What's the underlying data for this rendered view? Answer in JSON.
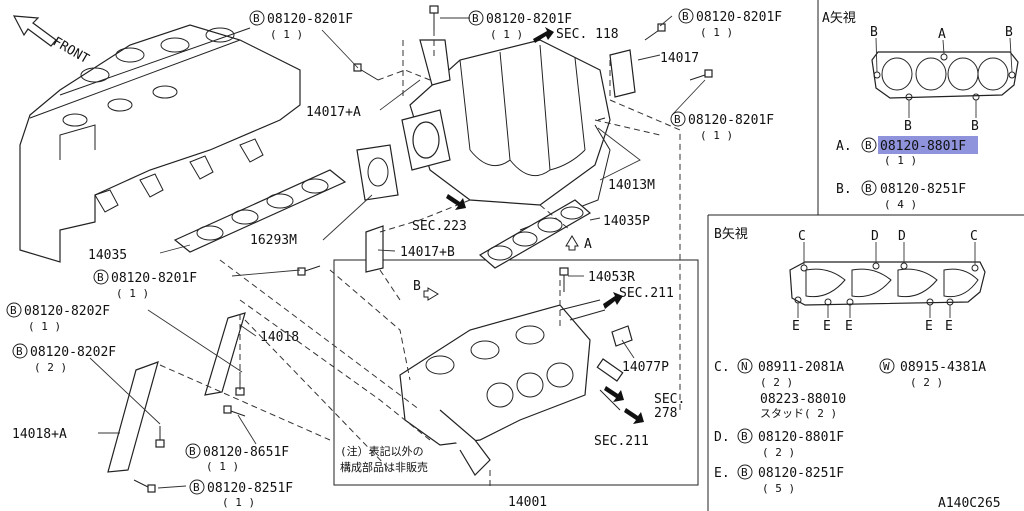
{
  "callouts": [
    {
      "id": "top-bolt-left",
      "code": "08120-8201F",
      "qty": "( 1 )"
    },
    {
      "id": "top-bolt-center",
      "code": "08120-8201F",
      "qty": "( 1 )"
    },
    {
      "id": "top-bolt-right",
      "code": "08120-8201F",
      "qty": "( 1 )"
    },
    {
      "id": "right-bolt",
      "code": "08120-8201F",
      "qty": "( 1 )"
    },
    {
      "id": "left-bolt-a",
      "code": "08120-8201F",
      "qty": "( 1 )"
    },
    {
      "id": "left-bolt-b",
      "code": "08120-8202F",
      "qty": "( 1 )"
    },
    {
      "id": "left-bolt-c",
      "code": "08120-8202F",
      "qty": "( 2 )"
    },
    {
      "id": "bottom-bolt-a",
      "code": "08120-8651F",
      "qty": "( 1 )"
    },
    {
      "id": "bottom-bolt-b",
      "code": "08120-8251F",
      "qty": "( 1 )"
    }
  ],
  "bolt_prefix": "B",
  "part_numbers": {
    "p14017": "14017",
    "p14017a": "14017+A",
    "p14017b": "14017+B",
    "p14013m": "14013M",
    "p14035p": "14035P",
    "p14035": "14035",
    "p16293m": "16293M",
    "p14053r": "14053R",
    "p14018": "14018",
    "p14018a": "14018+A",
    "p14077p": "14077P",
    "p14001": "14001"
  },
  "sec_refs": {
    "sec118": "SEC. 118",
    "sec223": "SEC.223",
    "sec211a": "SEC.211",
    "sec278a": "SEC.",
    "sec278b": "278",
    "sec211b": "SEC.211"
  },
  "front_label": "FRONT",
  "view_a_arrow": "A",
  "view_b_arrow": "B",
  "note": {
    "line1": "(注）表記以外の",
    "line2": "構成部品は非販売"
  },
  "view_a": {
    "title": "A矢視",
    "point_labels": {
      "b1": "B",
      "a": "A",
      "b2": "B",
      "b3": "B",
      "b4": "B"
    },
    "legend": [
      {
        "key": "A.",
        "circle": "B",
        "code": "08120-8801F",
        "qty": "( 1 )",
        "highlighted": true
      },
      {
        "key": "B.",
        "circle": "B",
        "code": "08120-8251F",
        "qty": "( 4 )",
        "highlighted": false
      }
    ]
  },
  "view_b": {
    "title": "B矢視",
    "point_labels": {
      "c1": "C",
      "d1": "D",
      "d2": "D",
      "c2": "C",
      "e1": "E",
      "e2": "E",
      "e3": "E",
      "e4": "E",
      "e5": "E"
    },
    "legend": {
      "c_key": "C.",
      "c_circle1": "N",
      "c_code1": "08911-2081A",
      "c_circle2": "W",
      "c_code2": "08915-4381A",
      "c_qty1": "( 2 )",
      "c_qty2": "( 2 )",
      "c_code3": "08223-88010",
      "c_stud": "スタッド( 2 )",
      "d_key": "D.",
      "d_circle": "B",
      "d_code": "08120-8801F",
      "d_qty": "( 2 )",
      "e_key": "E.",
      "e_circle": "B",
      "e_code": "08120-8251F",
      "e_qty": "( 5 )"
    }
  },
  "diagram_code": "A140C265"
}
